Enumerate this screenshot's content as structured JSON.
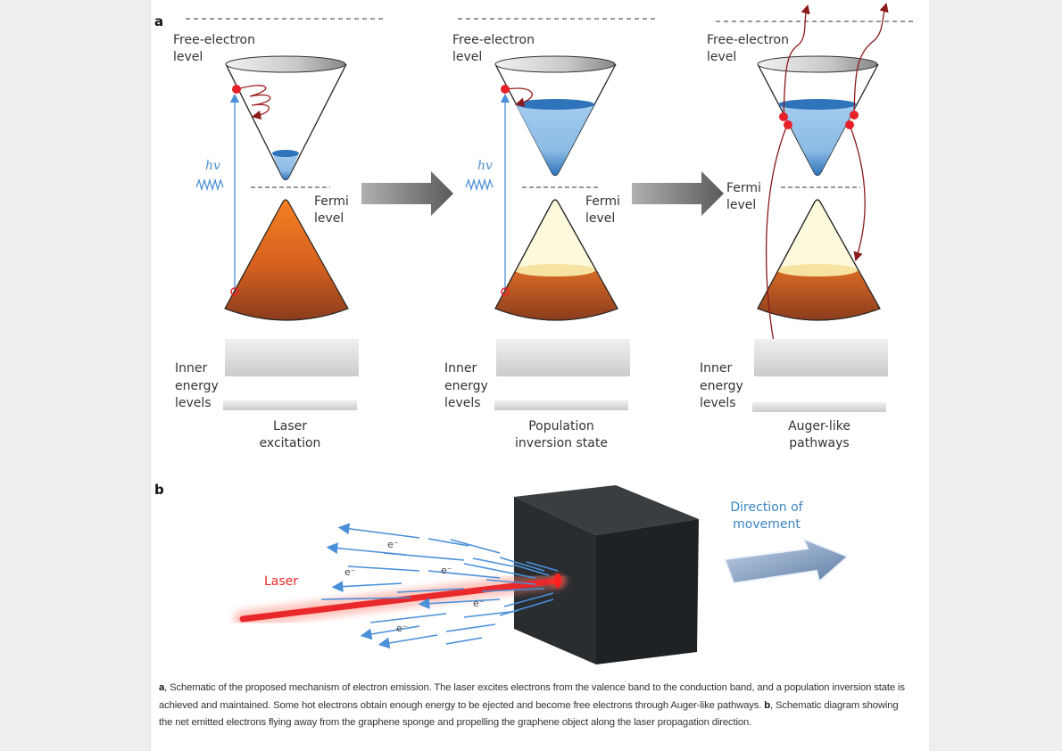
{
  "figure": {
    "panel_a": {
      "letter": "a",
      "stages": [
        {
          "free_electron_label": [
            "Free-electron",
            "level"
          ],
          "fermi_label": [
            "Fermi",
            "level"
          ],
          "photon_label": "hv",
          "inner_label": [
            "Inner",
            "energy",
            "levels"
          ],
          "caption": [
            "Laser",
            "excitation"
          ]
        },
        {
          "free_electron_label": [
            "Free-electron",
            "level"
          ],
          "fermi_label": [
            "Fermi",
            "level"
          ],
          "photon_label": "hv",
          "inner_label": [
            "Inner",
            "energy",
            "levels"
          ],
          "caption": [
            "Population",
            "inversion state"
          ]
        },
        {
          "free_electron_label": [
            "Free-electron",
            "level"
          ],
          "fermi_label": [
            "Fermi",
            "level"
          ],
          "inner_label": [
            "Inner",
            "energy",
            "levels"
          ],
          "caption": [
            "Auger-like",
            "pathways"
          ]
        }
      ]
    },
    "panel_b": {
      "letter": "b",
      "laser_label": "Laser",
      "electron_label": "e⁻",
      "direction_label": [
        "Direction of",
        "movement"
      ]
    },
    "colors": {
      "valence_orange": "#f07d20",
      "valence_brown": "#8e3f1e",
      "conduction_blue": "#3a7fc4",
      "conduction_light": "#9cc6ea",
      "pale_yellow": "#fdf9dc",
      "laser_red": "#e8282a",
      "electron_blue": "#4a90d9",
      "auger_dark_red": "#8b1a1a",
      "sponge_dark": "#23272a"
    }
  },
  "caption": {
    "a_ref": "a",
    "a_text": ", Schematic of the proposed mechanism of electron emission. The laser excites electrons from the valence band to the conduction band, and a population inversion state is achieved and maintained. Some hot electrons obtain enough energy to be ejected and become free electrons through Auger-like pathways. ",
    "b_ref": "b",
    "b_text": ", Schematic diagram showing the net emitted electrons flying away from the graphene sponge and propelling the graphene object along the laser propagation direction."
  }
}
